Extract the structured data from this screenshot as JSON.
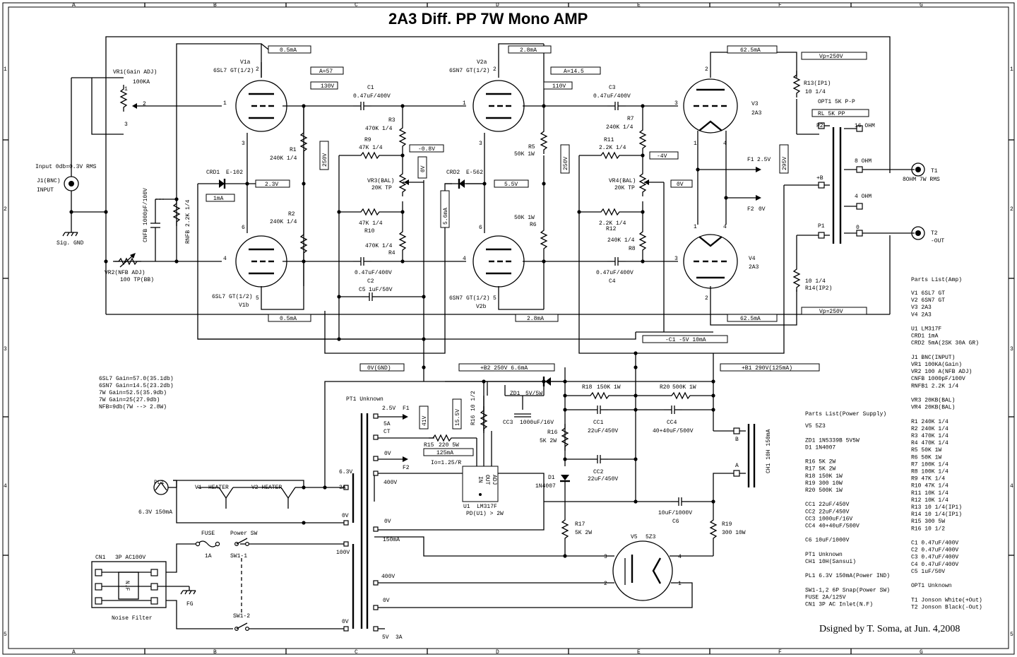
{
  "title": "2A3 Diff. PP 7W Mono AMP",
  "signature": "Dsigned by T. Soma, at Jun. 4,2008",
  "border": {
    "columns": [
      "A",
      "B",
      "C",
      "D",
      "E",
      "F",
      "G"
    ],
    "rows": [
      "1",
      "2",
      "3",
      "4",
      "5"
    ]
  },
  "tubes": [
    {
      "id": "v1a",
      "name": "V1a",
      "type": "6SL7 GT(1/2)",
      "pins": [
        "2",
        "1",
        "3"
      ]
    },
    {
      "id": "v1b",
      "name": "V1b",
      "type": "6SL7 GT(1/2)",
      "pins": [
        "6",
        "4",
        "5"
      ]
    },
    {
      "id": "v2a",
      "name": "V2a",
      "type": "6SN7 GT(1/2)",
      "pins": [
        "2",
        "1",
        "3"
      ]
    },
    {
      "id": "v2b",
      "name": "V2b",
      "type": "6SN7 GT(1/2)",
      "pins": [
        "6",
        "4",
        "5"
      ]
    },
    {
      "id": "v3",
      "name": "V3",
      "type": "2A3",
      "pins": [
        "2",
        "3",
        "1",
        "4"
      ]
    },
    {
      "id": "v4",
      "name": "V4",
      "type": "2A3",
      "pins": [
        "1",
        "4",
        "3",
        "2"
      ]
    },
    {
      "id": "v5",
      "name": "V5",
      "type": "5Z3",
      "pins": [
        "3",
        "4",
        "2",
        "1"
      ]
    }
  ],
  "flags": {
    "i_v1a": "0.5mA",
    "a57": "A=57",
    "v130": "130V",
    "i_v1b": "0.5mA",
    "i_v2a": "2.8mA",
    "a145": "A=14.5",
    "v110": "110V",
    "i_v2b": "2.8mA",
    "i_v3": "62.5mA",
    "i_v4": "62.5mA",
    "vp_top": "Vp=250V",
    "vp_bot": "Vp=250V",
    "v23": "2.3V",
    "i1ma": "1mA",
    "v55": "5.5V",
    "vm08": "-0.8V",
    "vm4": "-4V",
    "v0a": "0V",
    "v0b": "0V",
    "v250a": "250V",
    "v250b": "250V",
    "v295": "295V",
    "i56": "5.6mA",
    "c1neg": "-C1 -5V 10mA",
    "gnd0": "0V(GND)",
    "b2": "+B2 250V 6.6mA",
    "b1": "+B1 290V(125mA)",
    "v41": "41V",
    "v155": "15.5V",
    "i125": "125mA"
  },
  "labels": {
    "vr1": "VR1(Gain ADJ)",
    "vr1_val": "100KA",
    "vr1_p1": "1",
    "vr1_p2": "2",
    "vr1_p3": "3",
    "input_lvl": "Input 0db=0.3V RMS",
    "j1": "J1(BNC)",
    "input": "INPUT",
    "sig_gnd": "Sig. GND",
    "vr2": "VR2(NFB ADJ)",
    "vr2_val": "100 TP(BB)",
    "cnfb": "CNFB 1000pF/100V",
    "rnfb": "RNFB 2.2K 1/4",
    "crd1": "CRD1",
    "crd1_val": "E-102",
    "crd2": "CRD2",
    "crd2_val": "E-562",
    "r1": "R1",
    "r1_val": "240K 1/4",
    "r2": "R2",
    "r2_val": "240K 1/4",
    "c1": "C1",
    "c1_val": "0.47uF/400V",
    "c2": "C2",
    "c2_val": "0.47uF/400V",
    "c5": "C5",
    "c5_val": "1uF/50V",
    "r3": "R3",
    "r3_val": "470K 1/4",
    "r4": "R4",
    "r4_val": "470K 1/4",
    "r9": "R9",
    "r9_val": "47K 1/4",
    "r10": "R10",
    "r10_val": "47K 1/4",
    "vr3": "VR3(BAL)",
    "vr3_val": "20K TP",
    "r5": "R5",
    "r5_val": "50K 1W",
    "r6": "R6",
    "r6_val": "50K 1W",
    "c3": "C3",
    "c3_val": "0.47uF/400V",
    "c4": "C4",
    "c4_val": "0.47uF/400V",
    "r7": "R7",
    "r7_val": "240K 1/4",
    "r8": "R8",
    "r8_val": "240K 1/4",
    "r11": "R11",
    "r11_val": "2.2K 1/4",
    "r12": "R12",
    "r12_val": "2.2K 1/4",
    "vr4": "VR4(BAL)",
    "vr4_val": "20K TP",
    "f1": "F1",
    "f1_v": "2.5V",
    "f2": "F2",
    "f2_v": "0V",
    "r13": "R13(IP1)",
    "r13_val": "10 1/4",
    "r14": "R14(IP2)",
    "r14_val": "10 1/4",
    "opt1": "OPT1 5K P-P",
    "rl": "RL 5K PP",
    "p2": "P2",
    "pb": "+B",
    "p1": "P1",
    "o16": "16 OHM",
    "o8": "8 OHM",
    "o4": "4 OHM",
    "o0": "0",
    "t1": "T1",
    "t1_desc": "8OHM 7W RMS",
    "t2": "T2",
    "t2_desc": "-OUT",
    "pt1": "PT1 Unknown",
    "s25": "2.5V",
    "s5a": "5A",
    "sct": "CT",
    "s0v1": "0V",
    "s400v": "400V",
    "s0v2": "0V",
    "s150ma": "150mA",
    "s63": "6.3V",
    "s3a": "3A",
    "s0v3": "0V",
    "s100v": "100V",
    "s400v2": "400V",
    "s0v4": "0V",
    "s0v5": "0V",
    "s5v": "5V",
    "s3a2": "3A",
    "fF1": "F1",
    "fF2": "F2",
    "r15": "R15",
    "r15_val": "220 5W",
    "io": "Io=1.25/R",
    "r16b": "R16",
    "r16b_val": "10 1/2",
    "u1": "U1",
    "u1_val": "LM317F",
    "pd": "PD(U1) > 2W",
    "u1_in": "IN",
    "u1_out": "OUT",
    "u1_adj": "ADJ",
    "zd1": "ZD1",
    "zd1_val": "5V/5W",
    "cc3": "CC3",
    "cc3_val": "1000uF/16V",
    "r18": "R18",
    "r18_val": "150K 1W",
    "r20": "R20",
    "r20_val": "500K 1W",
    "cc1": "CC1",
    "cc1_val": "22uF/450V",
    "cc4": "CC4",
    "cc4_val": "40+40uF/500V",
    "cc2": "CC2",
    "cc2_val": "22uF/450V",
    "r16": "R16",
    "r16_val": "5K 2W",
    "d1": "D1",
    "d1_val": "1N4007",
    "r17": "R17",
    "r17_val": "5K 2W",
    "c6": "C6",
    "c6_val": "10uF/1000V",
    "r19": "R19",
    "r19_val": "300 10W",
    "ch1": "CH1 10H 150mA",
    "chb": "B",
    "cha": "A",
    "pl1": "PL1",
    "pl1_val": "6.3V 150mA",
    "v1h": "V1",
    "heater1": "HEATER",
    "v2h": "V2 HEATER",
    "fuse": "FUSE",
    "fuse_val": "1A",
    "psw": "Power SW",
    "sw11": "SW1-1",
    "sw12": "SW1-2",
    "cn1": "CN1",
    "cn1_val": "3P AC100V",
    "nf": "N.F",
    "noise": "Noise Filter",
    "fg": "FG"
  },
  "gain_notes": [
    "6SL7 Gain=57.0(35.1db)",
    "6SN7 Gain=14.5(23.2db)",
    "7W Gain=52.5(35.9db)",
    "7W Gain=25(27.9db)",
    "NFB=9db(7W --> 2.8W)"
  ],
  "parts_amp": {
    "title": "Parts List(Amp)",
    "items": [
      "V1 6SL7 GT",
      "V2 6SN7 GT",
      "V3 2A3",
      "V4 2A3",
      "",
      "U1 LM317F",
      "CRD1 1mA",
      "CRD2 5mA(2SK 30A GR)",
      "",
      "J1 BNC(INPUT)",
      "VR1 100KA(Gain)",
      "VR2 100 A(NFB ADJ)",
      "CNFB 1000pF/100V",
      "RNFB1 2.2K 1/4",
      "",
      "VR3 20KB(BAL)",
      "VR4 20KB(BAL)",
      "",
      "R1 240K 1/4",
      "R2 240K 1/4",
      "R3 470K 1/4",
      "R4 470K 1/4",
      "R5 50K 1W",
      "R6 50K 1W",
      "R7 100K 1/4",
      "R8 100K 1/4",
      "R9 47K 1/4",
      "R10 47K 1/4",
      "R11 10K 1/4",
      "R12 10K 1/4",
      "R13 10 1/4(IP1)",
      "R14 10 1/4(IP1)",
      "R15 300 5W",
      "R16 10 1/2",
      "",
      "C1 0.47uF/400V",
      "C2 0.47uF/400V",
      "C3 0.47uF/400V",
      "C4 0.47uF/400V",
      "C5 1uF/50V",
      "",
      "OPT1 Unknown",
      "",
      "T1 Jonson White(+Out)",
      "T2 Jonson Black(-Out)"
    ]
  },
  "parts_ps": {
    "title": "Parts List(Power Supply)",
    "items": [
      "",
      "V5 5Z3",
      "",
      "ZD1 1N5339B 5V5W",
      "D1 1N4007",
      "",
      "R16 5K 2W",
      "R17 5K 2W",
      "R18 150K 1W",
      "R19 300 10W",
      "R20 500K 1W",
      "",
      "CC1 22uF/450V",
      "CC2 22uF/450V",
      "CC3 1000uF/16V",
      "CC4 40+40uF/500V",
      "",
      "C6 10uF/1000V",
      "",
      "PT1 Unknown",
      "CH1 10H(Sansui)",
      "",
      "PL1 6.3V 150mA(Power IND)",
      "",
      "SW1-1,2 6P Snap(Power SW)",
      "FUSE 2A/125V",
      "CN1 3P AC Inlet(N.F)"
    ]
  }
}
